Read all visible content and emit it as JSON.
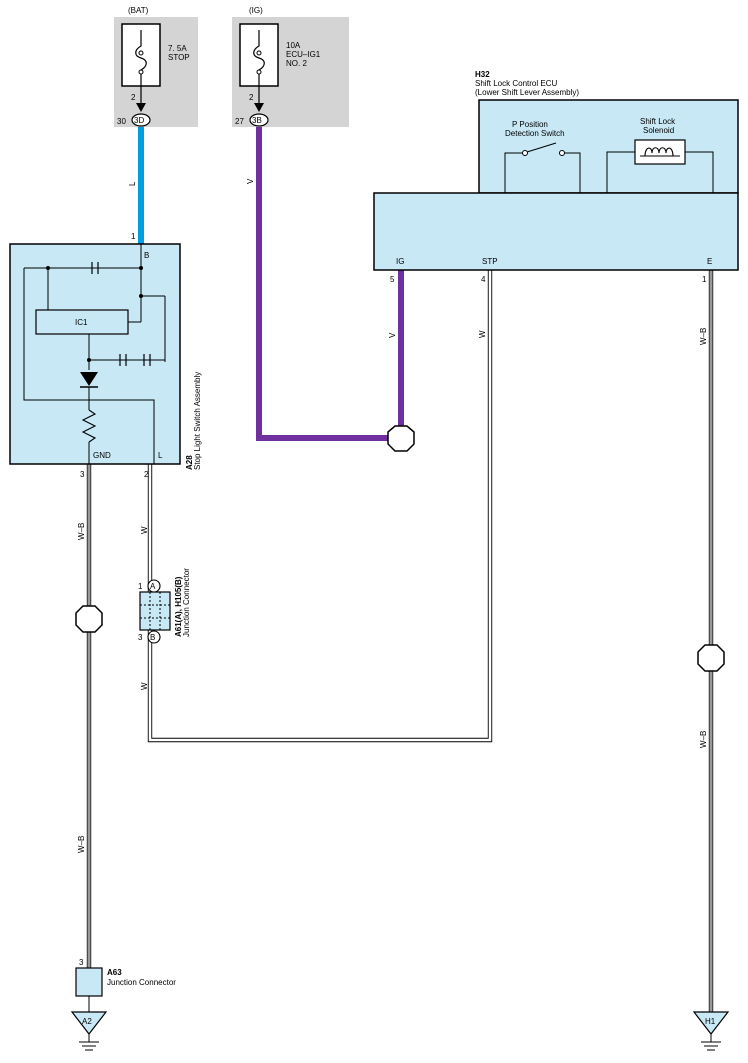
{
  "sources": {
    "bat": {
      "header": "(BAT)",
      "amp": "7. 5A",
      "name": "STOP",
      "fuse_pin": "2",
      "conn_pin": "30",
      "conn_id": "3D"
    },
    "ig": {
      "header": "(IG)",
      "amp": "10A",
      "name_line1": "ECU–IG1",
      "name_line2": "NO. 2",
      "fuse_pin": "2",
      "conn_pin": "27",
      "conn_id": "3B"
    }
  },
  "ecu": {
    "id": "H32",
    "name": "Shift Lock Control ECU",
    "sub": "(Lower Shift Lever Assembly)",
    "switch_line1": "P Position",
    "switch_line2": "Detection Switch",
    "solenoid_line1": "Shift Lock",
    "solenoid_line2": "Solenoid",
    "terminals": [
      {
        "name": "IG",
        "pin": "5"
      },
      {
        "name": "STP",
        "pin": "4"
      },
      {
        "name": "E",
        "pin": "1"
      }
    ]
  },
  "switch_assy": {
    "id": "A28",
    "name": "Stop Light Switch Assembly",
    "ic_label": "IC1",
    "terminal_b": "B",
    "terminal_b_pin": "1",
    "terminal_gnd": "GND",
    "terminal_gnd_pin": "3",
    "terminal_l": "L",
    "terminal_l_pin": "2"
  },
  "junction_a61": {
    "id": "A61(A), H105(B)",
    "name": "Junction Connector",
    "top_pin": "1",
    "top_id": "A",
    "bottom_pin": "3",
    "bottom_id": "B"
  },
  "junction_a63": {
    "id": "A63",
    "name": "Junction Connector",
    "pin": "3"
  },
  "grounds": [
    "A2",
    "H1"
  ],
  "wire_colors": {
    "blue": "L",
    "violet_1": "V",
    "violet_2": "V",
    "white_1": "W",
    "white_2": "W",
    "white_3": "W",
    "wb_1": "W–B",
    "wb_2": "W–B",
    "wb_3": "W–B",
    "wb_4": "W–B"
  },
  "colors": {
    "blue_wire": "#00a0e0",
    "violet_wire": "#7030a0",
    "fill_blue": "#c8e8f6",
    "fill_gray": "#d4d4d4"
  }
}
